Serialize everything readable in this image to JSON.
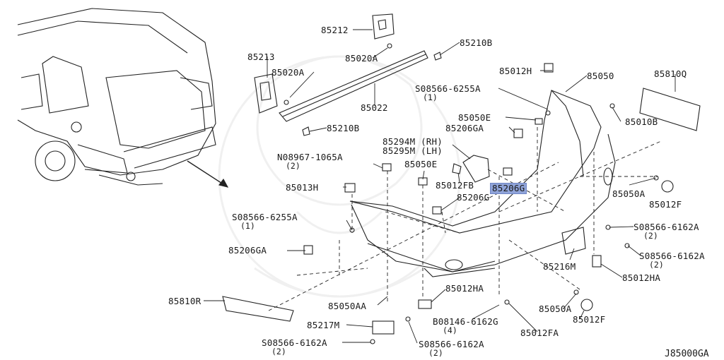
{
  "diagram": {
    "code": "J85000GA",
    "highlight_color": "#8fa3d8",
    "labels": [
      {
        "id": "p85212",
        "text": "85212"
      },
      {
        "id": "p85020A_top",
        "text": "85020A"
      },
      {
        "id": "p85210B_top",
        "text": "85210B"
      },
      {
        "id": "p85213",
        "text": "85213"
      },
      {
        "id": "p85020A_left",
        "text": "85020A"
      },
      {
        "id": "p85022",
        "text": "85022"
      },
      {
        "id": "p85210B_bot",
        "text": "85210B"
      },
      {
        "id": "p85012H",
        "text": "85012H"
      },
      {
        "id": "p85050",
        "text": "85050"
      },
      {
        "id": "p85810Q",
        "text": "85810Q"
      },
      {
        "id": "s08566_6255A_top",
        "text": "S08566-6255A",
        "qty": "(1)"
      },
      {
        "id": "p85050E_a",
        "text": "85050E"
      },
      {
        "id": "p85206GA_a",
        "text": "85206GA"
      },
      {
        "id": "p85010B",
        "text": "85010B"
      },
      {
        "id": "p85294M",
        "text": "85294M (RH)"
      },
      {
        "id": "p85295M",
        "text": "85295M (LH)"
      },
      {
        "id": "n08967",
        "text": "N08967-1065A",
        "qty": "(2)"
      },
      {
        "id": "p85050E_b",
        "text": "85050E"
      },
      {
        "id": "p85013H",
        "text": "85013H"
      },
      {
        "id": "p85012FB",
        "text": "85012FB"
      },
      {
        "id": "p85206G_hl",
        "text": "85206G"
      },
      {
        "id": "p85206G",
        "text": "85206G"
      },
      {
        "id": "p85050A_r",
        "text": "85050A"
      },
      {
        "id": "p85012F_r",
        "text": "85012F"
      },
      {
        "id": "s08566_6255A_left",
        "text": "S08566-6255A",
        "qty": "(1)"
      },
      {
        "id": "s08566_6162A_r1",
        "text": "S08566-6162A",
        "qty": "(2)"
      },
      {
        "id": "p85206GA_b",
        "text": "85206GA"
      },
      {
        "id": "s08566_6162A_r2",
        "text": "S08566-6162A",
        "qty": "(2)"
      },
      {
        "id": "p85216M",
        "text": "85216M"
      },
      {
        "id": "p85012HA_r",
        "text": "85012HA"
      },
      {
        "id": "p85012HA_c",
        "text": "85012HA"
      },
      {
        "id": "p85810R",
        "text": "85810R"
      },
      {
        "id": "p85050AA",
        "text": "85050AA"
      },
      {
        "id": "p85050A_b",
        "text": "85050A"
      },
      {
        "id": "b08146",
        "text": "B08146-6162G",
        "qty": "(4)"
      },
      {
        "id": "p85217M",
        "text": "85217M"
      },
      {
        "id": "p85012F_b",
        "text": "85012F"
      },
      {
        "id": "p85012FA",
        "text": "85012FA"
      },
      {
        "id": "s08566_6162A_bl",
        "text": "S08566-6162A",
        "qty": "(2)"
      },
      {
        "id": "s08566_6162A_bc",
        "text": "S08566-6162A",
        "qty": "(2)"
      }
    ]
  }
}
